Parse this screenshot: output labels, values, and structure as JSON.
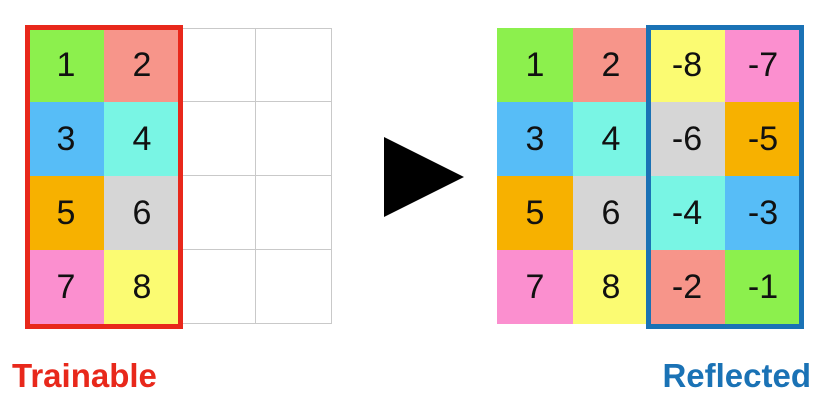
{
  "left_grid": {
    "cells": [
      {
        "text": "1",
        "color": "#8cf04d"
      },
      {
        "text": "2",
        "color": "#f7958a"
      },
      {
        "text": "",
        "color": ""
      },
      {
        "text": "",
        "color": ""
      },
      {
        "text": "3",
        "color": "#57bdf7"
      },
      {
        "text": "4",
        "color": "#79f5e4"
      },
      {
        "text": "",
        "color": ""
      },
      {
        "text": "",
        "color": ""
      },
      {
        "text": "5",
        "color": "#f7b100"
      },
      {
        "text": "6",
        "color": "#d6d6d6"
      },
      {
        "text": "",
        "color": ""
      },
      {
        "text": "",
        "color": ""
      },
      {
        "text": "7",
        "color": "#fb8fcf"
      },
      {
        "text": "8",
        "color": "#fbfb72"
      },
      {
        "text": "",
        "color": ""
      },
      {
        "text": "",
        "color": ""
      }
    ]
  },
  "right_grid": {
    "cells": [
      {
        "text": "1",
        "color": "#8cf04d"
      },
      {
        "text": "2",
        "color": "#f7958a"
      },
      {
        "text": "-8",
        "color": "#fbfb72"
      },
      {
        "text": "-7",
        "color": "#fb8fcf"
      },
      {
        "text": "3",
        "color": "#57bdf7"
      },
      {
        "text": "4",
        "color": "#79f5e4"
      },
      {
        "text": "-6",
        "color": "#d6d6d6"
      },
      {
        "text": "-5",
        "color": "#f7b100"
      },
      {
        "text": "5",
        "color": "#f7b100"
      },
      {
        "text": "6",
        "color": "#d6d6d6"
      },
      {
        "text": "-4",
        "color": "#79f5e4"
      },
      {
        "text": "-3",
        "color": "#57bdf7"
      },
      {
        "text": "7",
        "color": "#fb8fcf"
      },
      {
        "text": "8",
        "color": "#fbfb72"
      },
      {
        "text": "-2",
        "color": "#f7958a"
      },
      {
        "text": "-1",
        "color": "#8cf04d"
      }
    ]
  },
  "labels": {
    "trainable": "Trainable",
    "reflected": "Reflected"
  },
  "colors": {
    "trainable_accent": "#e8281b",
    "reflected_accent": "#1a72b5",
    "arrow": "#000000"
  },
  "icons": {
    "arrow": "play-triangle-icon"
  }
}
